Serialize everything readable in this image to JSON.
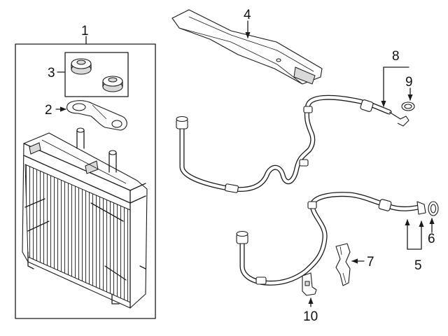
{
  "colors": {
    "line": "#1a1a1a",
    "fill": "#ffffff",
    "shade": "#d9d9d9"
  },
  "callouts": {
    "c1": "1",
    "c2": "2",
    "c3": "3",
    "c4": "4",
    "c5": "5",
    "c6": "6",
    "c7": "7",
    "c8": "8",
    "c9": "9",
    "c10": "10"
  }
}
